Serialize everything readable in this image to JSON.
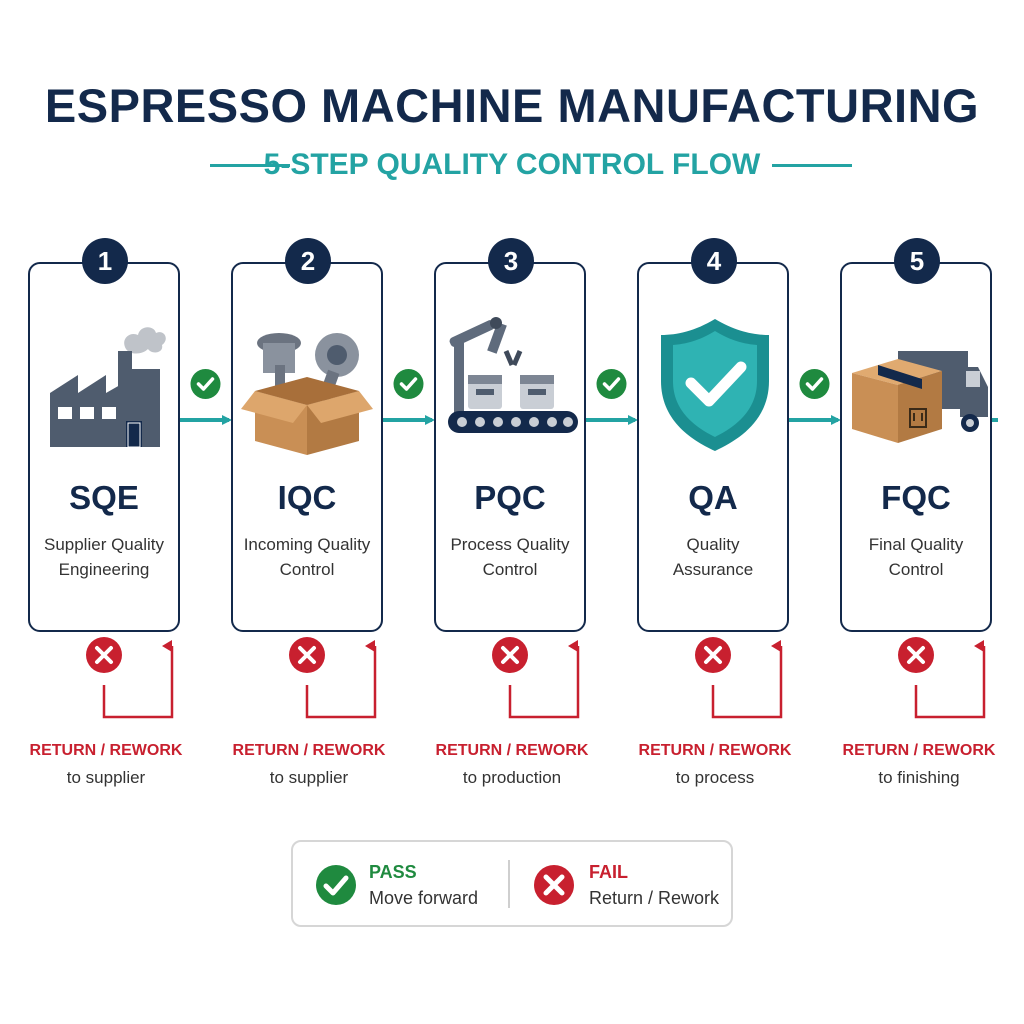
{
  "header": {
    "title": "ESPRESSO MACHINE MANUFACTURING",
    "subtitle": "5-STEP QUALITY CONTROL FLOW"
  },
  "colors": {
    "navy": "#13294b",
    "teal": "#23a3a3",
    "pass_green": "#1f8a3f",
    "fail_red": "#c8202f"
  },
  "steps": [
    {
      "number": "1",
      "abbr": "SQE",
      "full_line1": "Supplier Quality",
      "full_line2": "Engineering",
      "icon": "factory-icon",
      "return_label": "RETURN / REWORK",
      "return_dest": "to supplier"
    },
    {
      "number": "2",
      "abbr": "IQC",
      "full_line1": "Incoming Quality",
      "full_line2": "Control",
      "icon": "parts-box-icon",
      "return_label": "RETURN / REWORK",
      "return_dest": "to supplier"
    },
    {
      "number": "3",
      "abbr": "PQC",
      "full_line1": "Process Quality",
      "full_line2": "Control",
      "icon": "robot-arm-conveyor-icon",
      "return_label": "RETURN / REWORK",
      "return_dest": "to production"
    },
    {
      "number": "4",
      "abbr": "QA",
      "full_line1": "Quality",
      "full_line2": "Assurance",
      "icon": "shield-check-icon",
      "return_label": "RETURN / REWORK",
      "return_dest": "to process"
    },
    {
      "number": "5",
      "abbr": "FQC",
      "full_line1": "Final Quality",
      "full_line2": "Control",
      "icon": "package-truck-icon",
      "return_label": "RETURN / REWORK",
      "return_dest": "to finishing"
    }
  ],
  "legend": {
    "pass_title": "PASS",
    "pass_text": "Move forward",
    "fail_title": "FAIL",
    "fail_text": "Return / Rework"
  }
}
